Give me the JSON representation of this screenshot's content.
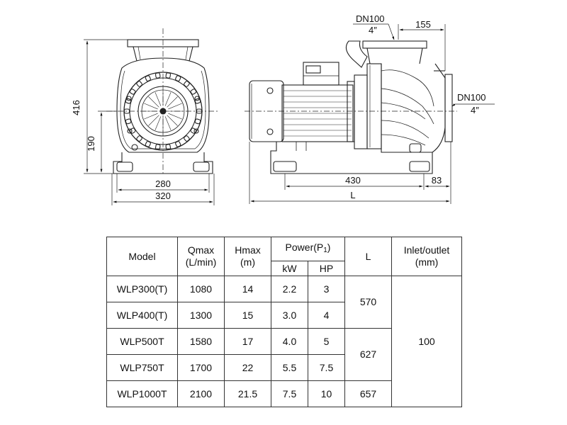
{
  "drawing": {
    "front_view": {
      "height_total": "416",
      "height_axis": "190",
      "width_base_inner": "280",
      "width_base_outer": "320"
    },
    "side_view": {
      "dn_top": "DN100",
      "dn_top_inch": "4″",
      "dim_155": "155",
      "dn_side": "DN100",
      "dn_side_inch": "4″",
      "dim_430": "430",
      "dim_83": "83",
      "dim_L": "L"
    }
  },
  "table": {
    "headers": {
      "model": "Model",
      "qmax_line1": "Qmax",
      "qmax_line2": "(L/min)",
      "hmax_line1": "Hmax",
      "hmax_line2": "(m)",
      "power_label": "Power(P",
      "power_sub": "1",
      "power_close": ")",
      "kw": "kW",
      "hp": "HP",
      "l": "L",
      "inlet_line1": "Inlet/outlet",
      "inlet_line2": "(mm)"
    },
    "rows": [
      {
        "model": "WLP300(T)",
        "qmax": "1080",
        "hmax": "14",
        "kw": "2.2",
        "hp": "3"
      },
      {
        "model": "WLP400(T)",
        "qmax": "1300",
        "hmax": "15",
        "kw": "3.0",
        "hp": "4"
      },
      {
        "model": "WLP500T",
        "qmax": "1580",
        "hmax": "17",
        "kw": "4.0",
        "hp": "5"
      },
      {
        "model": "WLP750T",
        "qmax": "1700",
        "hmax": "22",
        "kw": "5.5",
        "hp": "7.5"
      },
      {
        "model": "WLP1000T",
        "qmax": "2100",
        "hmax": "21.5",
        "kw": "7.5",
        "hp": "10"
      }
    ],
    "l_groups": [
      "570",
      "627",
      "657"
    ],
    "inlet_outlet": "100"
  }
}
